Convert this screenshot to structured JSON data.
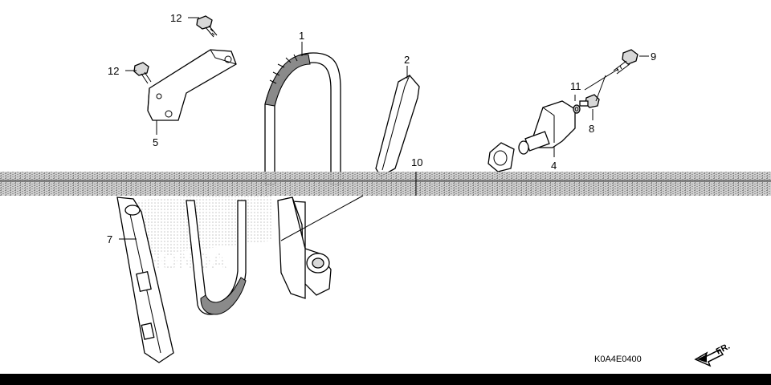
{
  "diagram": {
    "callouts": {
      "c1": "1",
      "c2": "2",
      "c4": "4",
      "c5": "5",
      "c7": "7",
      "c8": "8",
      "c9": "9",
      "c10": "10",
      "c11": "11",
      "c12a": "12",
      "c12b": "12"
    },
    "diagram_code": "K0A4E0400",
    "direction_label": "FR.",
    "watermark": "HONDA"
  }
}
